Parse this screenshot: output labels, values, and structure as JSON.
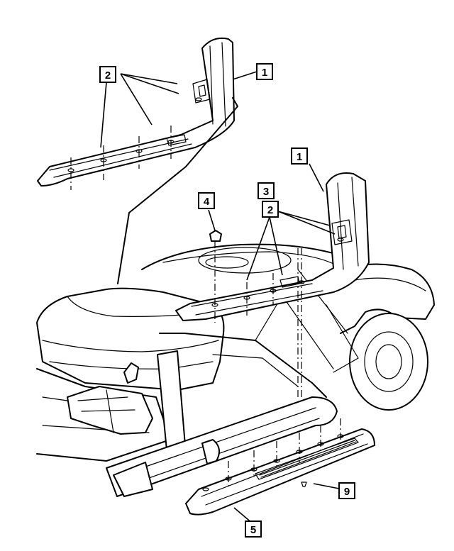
{
  "callouts": [
    {
      "id": "c1a",
      "label": "1"
    },
    {
      "id": "c2a",
      "label": "2"
    },
    {
      "id": "c1b",
      "label": "1"
    },
    {
      "id": "c3",
      "label": "3"
    },
    {
      "id": "c2b",
      "label": "2"
    },
    {
      "id": "c4",
      "label": "4"
    },
    {
      "id": "c9",
      "label": "9"
    },
    {
      "id": "c5",
      "label": "5"
    }
  ],
  "colors": {
    "line": "#000000",
    "background": "#ffffff"
  }
}
